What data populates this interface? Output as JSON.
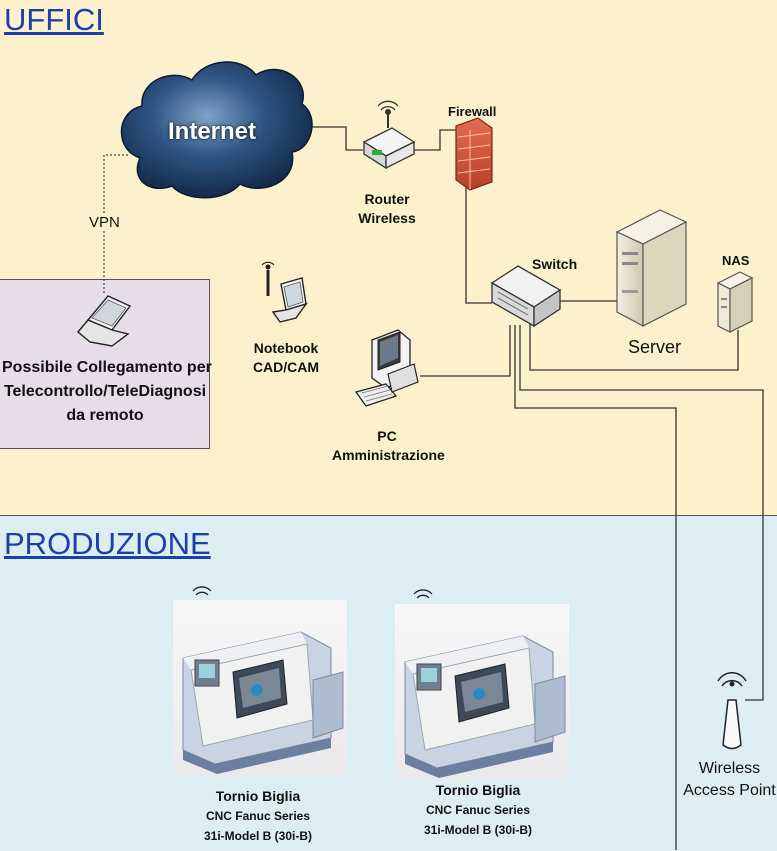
{
  "zones": {
    "offices": {
      "title": "UFFICI"
    },
    "production": {
      "title": "PRODUZIONE"
    }
  },
  "nodes": {
    "internet": {
      "label": "Internet",
      "icon": "cloud-icon"
    },
    "router": {
      "label_line1": "Router",
      "label_line2": "Wireless",
      "icon": "wireless-router-icon"
    },
    "firewall": {
      "label": "Firewall",
      "icon": "firewall-icon"
    },
    "switch": {
      "label": "Switch",
      "icon": "network-switch-icon"
    },
    "server": {
      "label": "Server",
      "icon": "server-tower-icon"
    },
    "nas": {
      "label": "NAS",
      "icon": "nas-icon"
    },
    "notebook": {
      "label_line1": "Notebook",
      "label_line2": "CAD/CAM",
      "icon": "wireless-laptop-icon"
    },
    "pc": {
      "label_line1": "PC",
      "label_line2": "Amministrazione",
      "icon": "desktop-pc-icon"
    },
    "remote": {
      "label_line1": "Possibile Collegamento per",
      "label_line2": "Telecontrollo/TeleDiagnosi",
      "label_line3": "da remoto",
      "icon": "laptop-icon"
    },
    "vpn": {
      "label": "VPN"
    },
    "access_point": {
      "label_line1": "Wireless",
      "label_line2": "Access Point",
      "icon": "antenna-icon"
    },
    "lathe1": {
      "label_line1": "Tornio Biglia",
      "label_line2": "CNC Fanuc Series",
      "label_line3": "31i-Model B (30i-B)",
      "icon": "cnc-lathe-icon"
    },
    "lathe2": {
      "label_line1": "Tornio Biglia",
      "label_line2": "CNC Fanuc Series",
      "label_line3": "31i-Model B (30i-B)",
      "icon": "cnc-lathe-icon"
    }
  },
  "colors": {
    "offices_bg": "#fdf0cc",
    "production_bg": "#ddeef3",
    "title": "#1f3fa8",
    "remote_bg": "#e6dde9",
    "cloud": "#1d3c66",
    "firewall": "#d0533a"
  }
}
